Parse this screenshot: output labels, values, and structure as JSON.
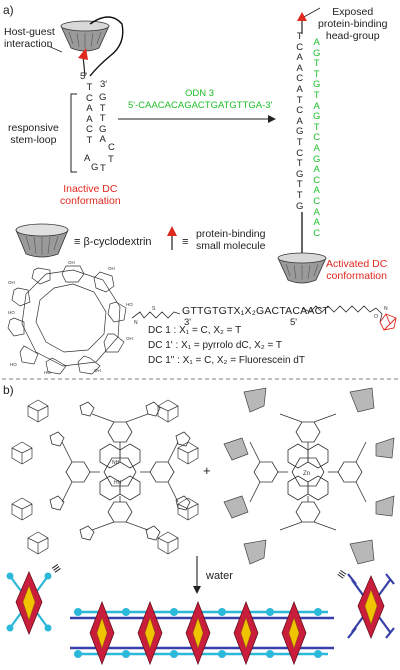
{
  "panel_a": {
    "label": "a)",
    "host_guest": "Host-guest\ninteraction",
    "stem_loop": "responsive\nstem-loop",
    "inactive": "Inactive DC\nconformation",
    "odn_label": "ODN 3",
    "odn_seq": "5'-CAACACAGACTGATGTTGA-3'",
    "exposed": "Exposed\nprotein-binding\nhead-group",
    "activated": "Activated DC\nconformation",
    "cd_legend": "≡ β-cyclodextrin",
    "mol_legend": "≡",
    "mol_legend_text": "protein-binding\nsmall molecule",
    "left_5": "5'",
    "left_3": "3'",
    "stem_left": [
      "T",
      "C",
      "A",
      "A",
      "C",
      "T"
    ],
    "stem_right": [
      "G",
      "T",
      "T",
      "G",
      "A"
    ],
    "loop": [
      "A",
      "G",
      "T",
      "T",
      "C"
    ],
    "right_strand_black": [
      "T",
      "C",
      "A",
      "A",
      "C",
      "A",
      "T",
      "C",
      "A",
      "G",
      "T",
      "C",
      "T",
      "G",
      "T",
      "T",
      "G"
    ],
    "right_strand_green": [
      "A",
      "G",
      "T",
      "T",
      "G",
      "T",
      "A",
      "G",
      "T",
      "C",
      "A",
      "G",
      "A",
      "C",
      "A",
      "C",
      "A",
      "A",
      "C"
    ],
    "right_5": "5'",
    "dc_seq": "GTTGTGTX₁X₂GACTACAACT",
    "dc_3": "3'",
    "dc_5": "5'",
    "dc1": "DC 1 : X₁ = C, X₂ = T",
    "dc1p": "DC 1' : X₁ = pyrrolo dC, X₂ = T",
    "dc1pp": "DC 1\" : X₁ = C, X₂ = Fluorescein dT"
  },
  "panel_b": {
    "label": "b)",
    "plus": "+",
    "water": "water",
    "equiv_left": "≡",
    "equiv_right": "≡",
    "zn": "Zn",
    "hn": "HN",
    "nh": "NH"
  }
}
